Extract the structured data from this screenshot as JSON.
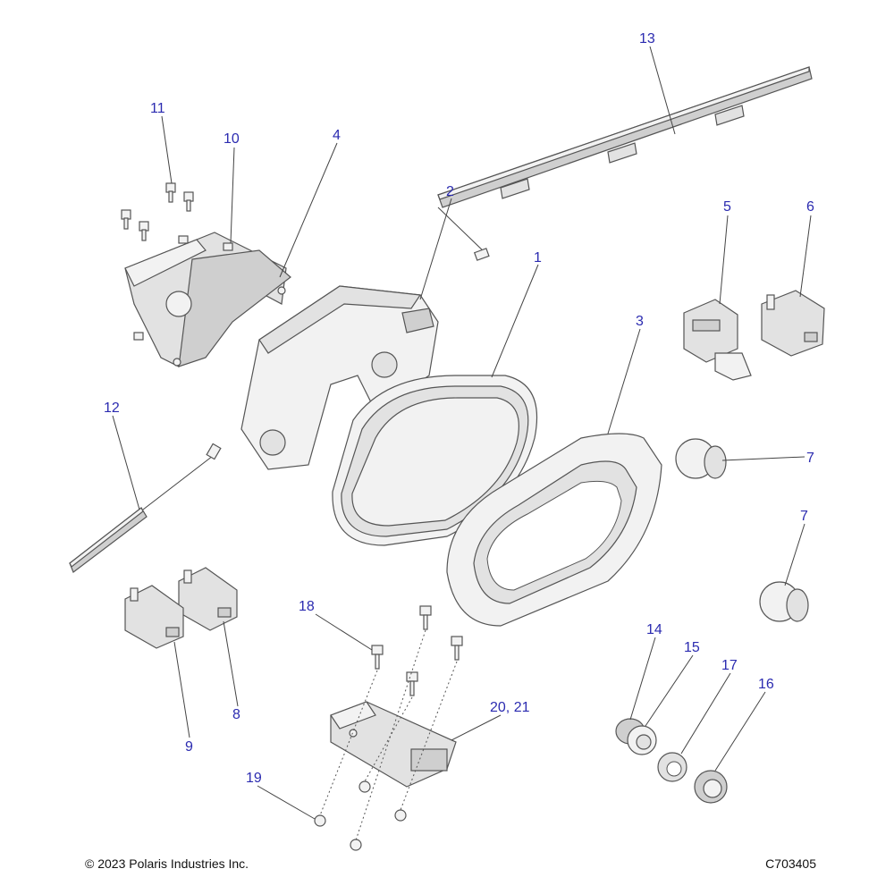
{
  "callouts": {
    "c1": "1",
    "c2": "2",
    "c3": "3",
    "c4": "4",
    "c5": "5",
    "c6": "6",
    "c7a": "7",
    "c7b": "7",
    "c8": "8",
    "c9": "9",
    "c10": "10",
    "c11": "11",
    "c12": "12",
    "c13": "13",
    "c14": "14",
    "c15": "15",
    "c16": "16",
    "c17": "17",
    "c18": "18",
    "c19": "19",
    "c20": "20, 21"
  },
  "footer": {
    "copyright": "© 2023 Polaris Industries Inc.",
    "figure_id": "C703405"
  }
}
